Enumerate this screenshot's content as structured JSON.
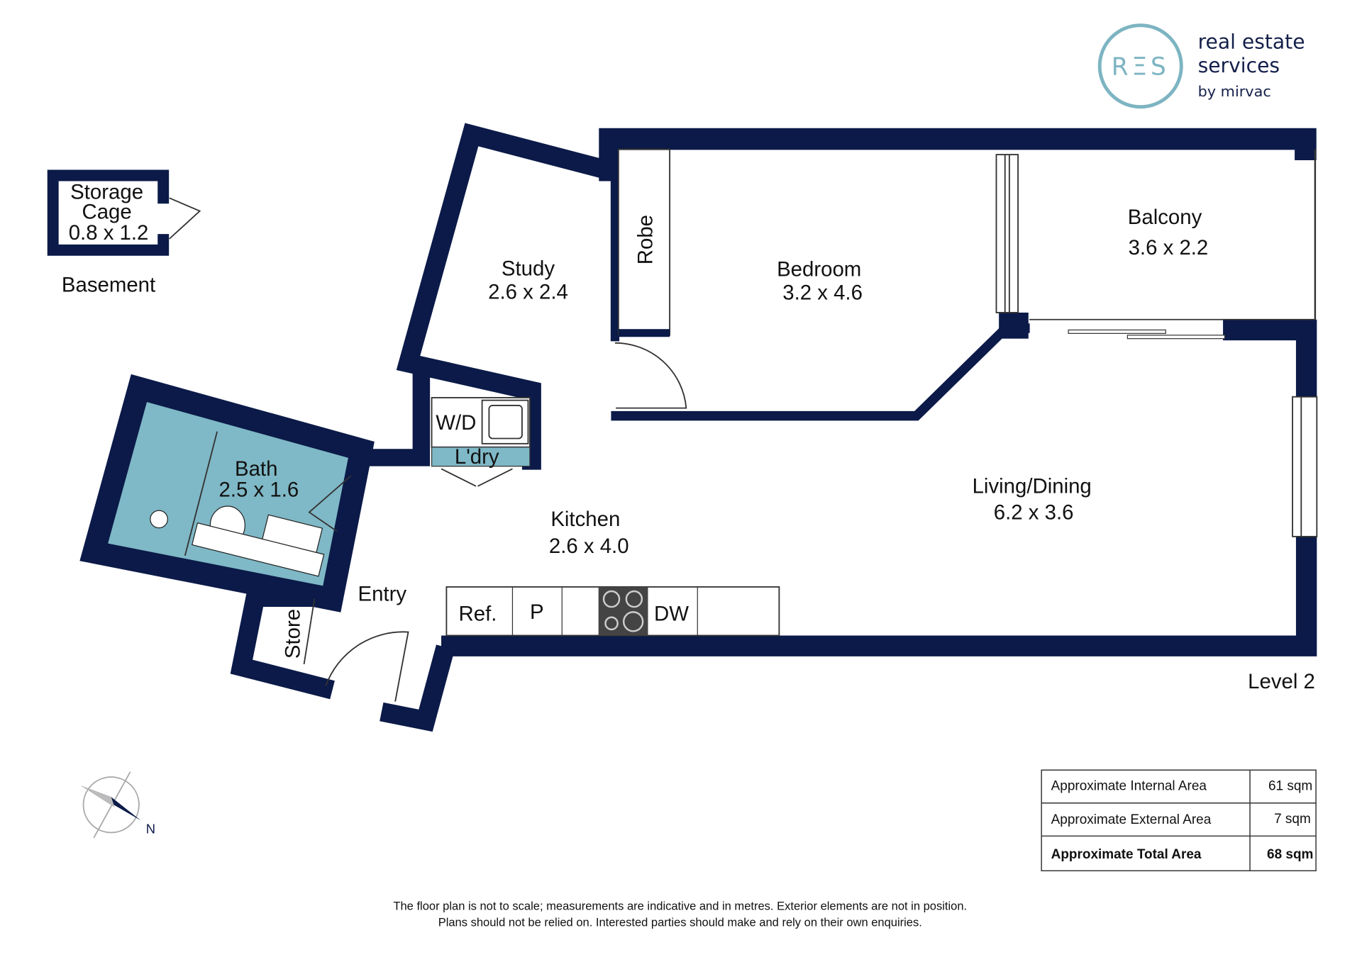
{
  "logo": {
    "mark": "RΞS",
    "line1": "real estate",
    "line2": "services",
    "line3": "by mirvac",
    "color": "#7db4c2"
  },
  "rooms": {
    "storage": {
      "l1": "Storage",
      "l2": "Cage",
      "dim": "0.8 x 1.2"
    },
    "basement": "Basement",
    "study": {
      "name": "Study",
      "dim": "2.6 x 2.4"
    },
    "robe": "Robe",
    "bedroom": {
      "name": "Bedroom",
      "dim": "3.2 x 4.6"
    },
    "balcony": {
      "name": "Balcony",
      "dim": "3.6 x 2.2"
    },
    "bath": {
      "name": "Bath",
      "dim": "2.5 x 1.6"
    },
    "wd": "W/D",
    "laundry": "L'dry",
    "kitchen": {
      "name": "Kitchen",
      "dim": "2.6 x 4.0"
    },
    "living": {
      "name": "Living/Dining",
      "dim": "6.2 x 3.6"
    },
    "entry": "Entry",
    "store": "Store",
    "ref": "Ref.",
    "pantry": "P",
    "dw": "DW"
  },
  "level": "Level 2",
  "compass": "N",
  "areas": [
    {
      "label": "Approximate Internal Area",
      "value": "61 sqm"
    },
    {
      "label": "Approximate External Area",
      "value": "7 sqm"
    },
    {
      "label": "Approximate Total Area",
      "value": "68 sqm"
    }
  ],
  "disclaimer": {
    "line1": "The floor plan is not to scale; measurements are indicative and in metres. Exterior elements are not in position.",
    "line2": "Plans should not be relied on. Interested parties should make and rely on their own enquiries."
  },
  "colors": {
    "wall": "#0b1a48",
    "wet": "#7fb8c6"
  }
}
